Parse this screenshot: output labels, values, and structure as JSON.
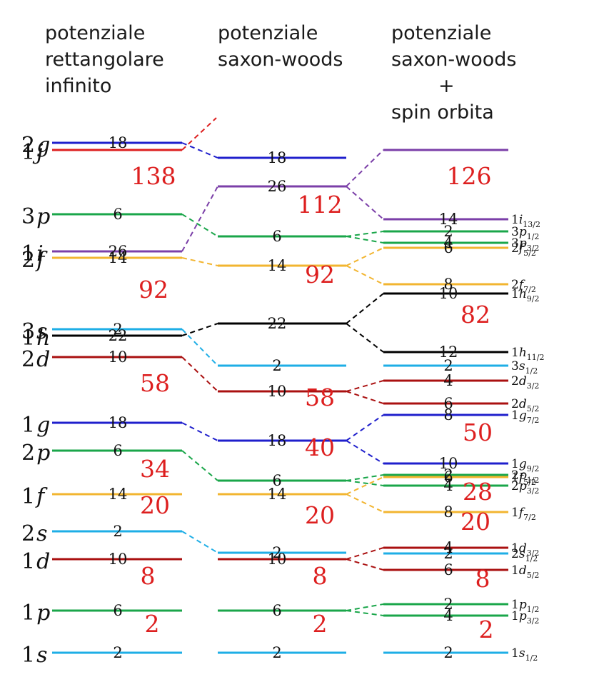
{
  "headers": {
    "col1": [
      "potenziale",
      "rettangolare",
      "infinito"
    ],
    "col2": [
      "potenziale",
      "saxon-woods"
    ],
    "col3": [
      "potenziale",
      "saxon-woods",
      "+",
      "spin orbita"
    ]
  },
  "colors": {
    "blue": "#1f1fcc",
    "red": "#dd1f1f",
    "green": "#1aa64a",
    "purple": "#7b3fa8",
    "yellow": "#f2b530",
    "cyan": "#1eaee6",
    "black": "#000000",
    "darkred": "#aa1010",
    "magic": "#dd1f1f"
  },
  "col1": {
    "levels": [
      {
        "n": "2",
        "l": "g",
        "occ": "18",
        "color": "blue"
      },
      {
        "n": "1",
        "l": "j",
        "occ": "",
        "color": "red"
      },
      {
        "n": "3",
        "l": "p",
        "occ": "6",
        "color": "green"
      },
      {
        "n": "1",
        "l": "i",
        "occ": "26",
        "color": "purple"
      },
      {
        "n": "2",
        "l": "f",
        "occ": "14",
        "color": "yellow"
      },
      {
        "n": "3",
        "l": "s",
        "occ": "2",
        "color": "cyan"
      },
      {
        "n": "1",
        "l": "h",
        "occ": "22",
        "color": "black"
      },
      {
        "n": "2",
        "l": "d",
        "occ": "10",
        "color": "darkred"
      },
      {
        "n": "1",
        "l": "g",
        "occ": "18",
        "color": "blue"
      },
      {
        "n": "2",
        "l": "p",
        "occ": "6",
        "color": "green"
      },
      {
        "n": "1",
        "l": "f",
        "occ": "14",
        "color": "yellow"
      },
      {
        "n": "2",
        "l": "s",
        "occ": "2",
        "color": "cyan"
      },
      {
        "n": "1",
        "l": "d",
        "occ": "10",
        "color": "darkred"
      },
      {
        "n": "1",
        "l": "p",
        "occ": "6",
        "color": "green"
      },
      {
        "n": "1",
        "l": "s",
        "occ": "2",
        "color": "cyan"
      }
    ],
    "magic": [
      "138",
      "92",
      "58",
      "34",
      "20",
      "8",
      "2"
    ]
  },
  "col2": {
    "levels": [
      {
        "occ": "18",
        "color": "blue"
      },
      {
        "occ": "26",
        "color": "purple"
      },
      {
        "occ": "6",
        "color": "green"
      },
      {
        "occ": "14",
        "color": "yellow"
      },
      {
        "occ": "22",
        "color": "black"
      },
      {
        "occ": "2",
        "color": "cyan"
      },
      {
        "occ": "10",
        "color": "darkred"
      },
      {
        "occ": "18",
        "color": "blue"
      },
      {
        "occ": "6",
        "color": "green"
      },
      {
        "occ": "14",
        "color": "yellow"
      },
      {
        "occ": "2",
        "color": "cyan"
      },
      {
        "occ": "10",
        "color": "darkred"
      },
      {
        "occ": "6",
        "color": "green"
      },
      {
        "occ": "2",
        "color": "cyan"
      }
    ],
    "magic": [
      "112",
      "92",
      "58",
      "40",
      "20",
      "8",
      "2"
    ]
  },
  "col3": {
    "levels": [
      {
        "occ": "",
        "n": "",
        "l": "",
        "j": "",
        "color": "purple"
      },
      {
        "occ": "14",
        "n": "1",
        "l": "i",
        "j": "13/2",
        "color": "purple"
      },
      {
        "occ": "2",
        "n": "3",
        "l": "p",
        "j": "1/2",
        "color": "green"
      },
      {
        "occ": "4",
        "n": "3",
        "l": "p",
        "j": "3/2",
        "color": "green"
      },
      {
        "occ": "6",
        "n": "2",
        "l": "f",
        "j": "5/2",
        "color": "yellow"
      },
      {
        "occ": "8",
        "n": "2",
        "l": "f",
        "j": "7/2",
        "color": "yellow"
      },
      {
        "occ": "10",
        "n": "1",
        "l": "h",
        "j": "9/2",
        "color": "black"
      },
      {
        "occ": "12",
        "n": "1",
        "l": "h",
        "j": "11/2",
        "color": "black"
      },
      {
        "occ": "2",
        "n": "3",
        "l": "s",
        "j": "1/2",
        "color": "cyan"
      },
      {
        "occ": "4",
        "n": "2",
        "l": "d",
        "j": "3/2",
        "color": "darkred"
      },
      {
        "occ": "6",
        "n": "2",
        "l": "d",
        "j": "5/2",
        "color": "darkred"
      },
      {
        "occ": "8",
        "n": "1",
        "l": "g",
        "j": "7/2",
        "color": "blue"
      },
      {
        "occ": "10",
        "n": "1",
        "l": "g",
        "j": "9/2",
        "color": "blue"
      },
      {
        "occ": "2",
        "n": "2",
        "l": "p",
        "j": "1/2",
        "color": "green"
      },
      {
        "occ": "6",
        "n": "1",
        "l": "f",
        "j": "5/2",
        "color": "yellow"
      },
      {
        "occ": "4",
        "n": "2",
        "l": "p",
        "j": "3/2",
        "color": "green"
      },
      {
        "occ": "8",
        "n": "1",
        "l": "f",
        "j": "7/2",
        "color": "yellow"
      },
      {
        "occ": "4",
        "n": "1",
        "l": "d",
        "j": "3/2",
        "color": "darkred"
      },
      {
        "occ": "2",
        "n": "2",
        "l": "s",
        "j": "1/2",
        "color": "cyan"
      },
      {
        "occ": "6",
        "n": "1",
        "l": "d",
        "j": "5/2",
        "color": "darkred"
      },
      {
        "occ": "2",
        "n": "1",
        "l": "p",
        "j": "1/2",
        "color": "green"
      },
      {
        "occ": "4",
        "n": "1",
        "l": "p",
        "j": "3/2",
        "color": "green"
      },
      {
        "occ": "2",
        "n": "1",
        "l": "s",
        "j": "1/2",
        "color": "cyan"
      }
    ],
    "magic": [
      "126",
      "82",
      "50",
      "28",
      "20",
      "8",
      "2"
    ]
  }
}
